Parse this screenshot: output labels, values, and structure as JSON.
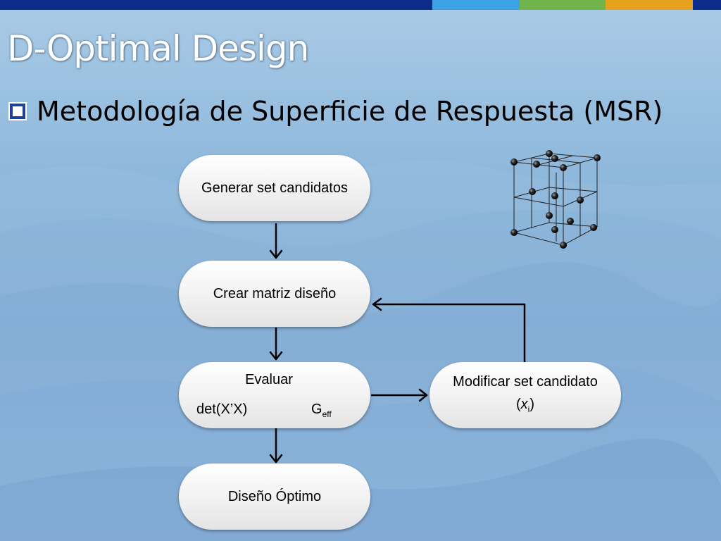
{
  "slide": {
    "title": "D-Optimal Design",
    "bullet": "Metodología de Superficie de Respuesta (MSR)"
  },
  "flow": {
    "n1": "Generar set candidatos",
    "n2": "Crear matriz diseño",
    "n3_title": "Evaluar",
    "n3_det": "det(X’X)",
    "n3_g": "G",
    "n3_g_sub": "eff",
    "n4": "Diseño Óptimo",
    "n5_line1": "Modificar set candidato",
    "n5_open": "(",
    "n5_var": "x",
    "n5_sub": "i",
    "n5_close": ")"
  },
  "colors": {
    "topbar": [
      "#0c2c8c",
      "#3ea3e6",
      "#72b44c",
      "#e6a21c",
      "#0c2c8c"
    ],
    "bullet": "#1f3f9a"
  },
  "icons": {
    "cube": "factorial-design-cube-icon"
  }
}
